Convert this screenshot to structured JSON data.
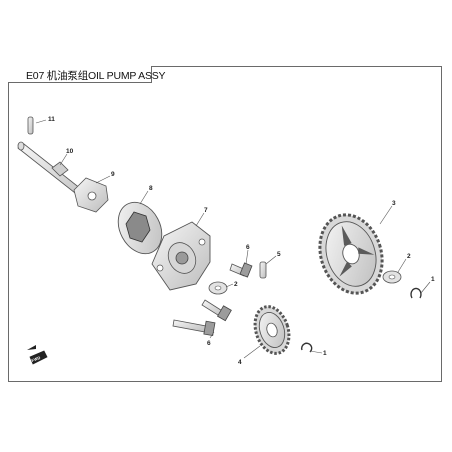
{
  "title": "E07 机油泵组OIL PUMP ASSY",
  "callouts": [
    "11",
    "10",
    "9",
    "8",
    "7",
    "6",
    "5",
    "2",
    "6",
    "3",
    "2",
    "1",
    "4",
    "1"
  ],
  "badge": "FWD",
  "colors": {
    "line": "#555555",
    "fill": "#e4e4e4",
    "dark": "#5a5a5a",
    "frame": "#6a6a6a"
  }
}
